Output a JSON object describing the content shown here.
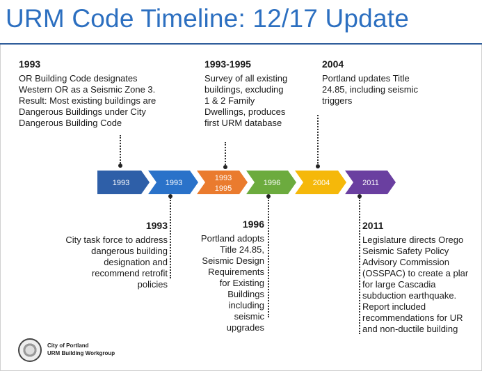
{
  "title": "URM Code Timeline: 12/17 Update",
  "colors": {
    "title": "#2c6fc0",
    "arrow_1": "#2e5fa8",
    "arrow_2": "#2a72c9",
    "arrow_3": "#ea7b2e",
    "arrow_4": "#6cab3e",
    "arrow_5": "#f5b80a",
    "arrow_6": "#6a3fa0"
  },
  "arrows": [
    {
      "label": "1993"
    },
    {
      "label": "1993"
    },
    {
      "label_line1": "1993",
      "label_line2": "1995"
    },
    {
      "label": "1996"
    },
    {
      "label": "2004"
    },
    {
      "label": "2011"
    }
  ],
  "top_events": [
    {
      "year": "1993",
      "text": "OR Building Code designates\nWestern OR as a Seismic Zone 3.\nResult: Most existing buildings are\nDangerous Buildings under City\nDangerous Building Code"
    },
    {
      "year": "1993-1995",
      "text": "Survey of all existing\nbuildings, excluding\n1 & 2 Family\nDwellings, produces\nfirst URM database"
    },
    {
      "year": "2004",
      "text": "Portland updates Title\n24.85, including seismic\ntriggers"
    }
  ],
  "bottom_events": [
    {
      "year": "1993",
      "text": "City task force to address\ndangerous building\ndesignation and\nrecommend retrofit\npolicies"
    },
    {
      "year": "1996",
      "text": "Portland adopts\nTitle 24.85,\nSeismic Design\nRequirements\nfor Existing\nBuildings\nincluding\nseismic\nupgrades"
    },
    {
      "year": "2011",
      "text": "Legislature directs Orego\nSeismic Safety Policy\nAdvisory Commission\n(OSSPAC) to create a plar\nfor large Cascadia\nsubduction earthquake.\nReport included\nrecommendations for UR\nand non-ductile building"
    }
  ],
  "footer": {
    "line1": "City of Portland",
    "line2": "URM Building Workgroup"
  }
}
